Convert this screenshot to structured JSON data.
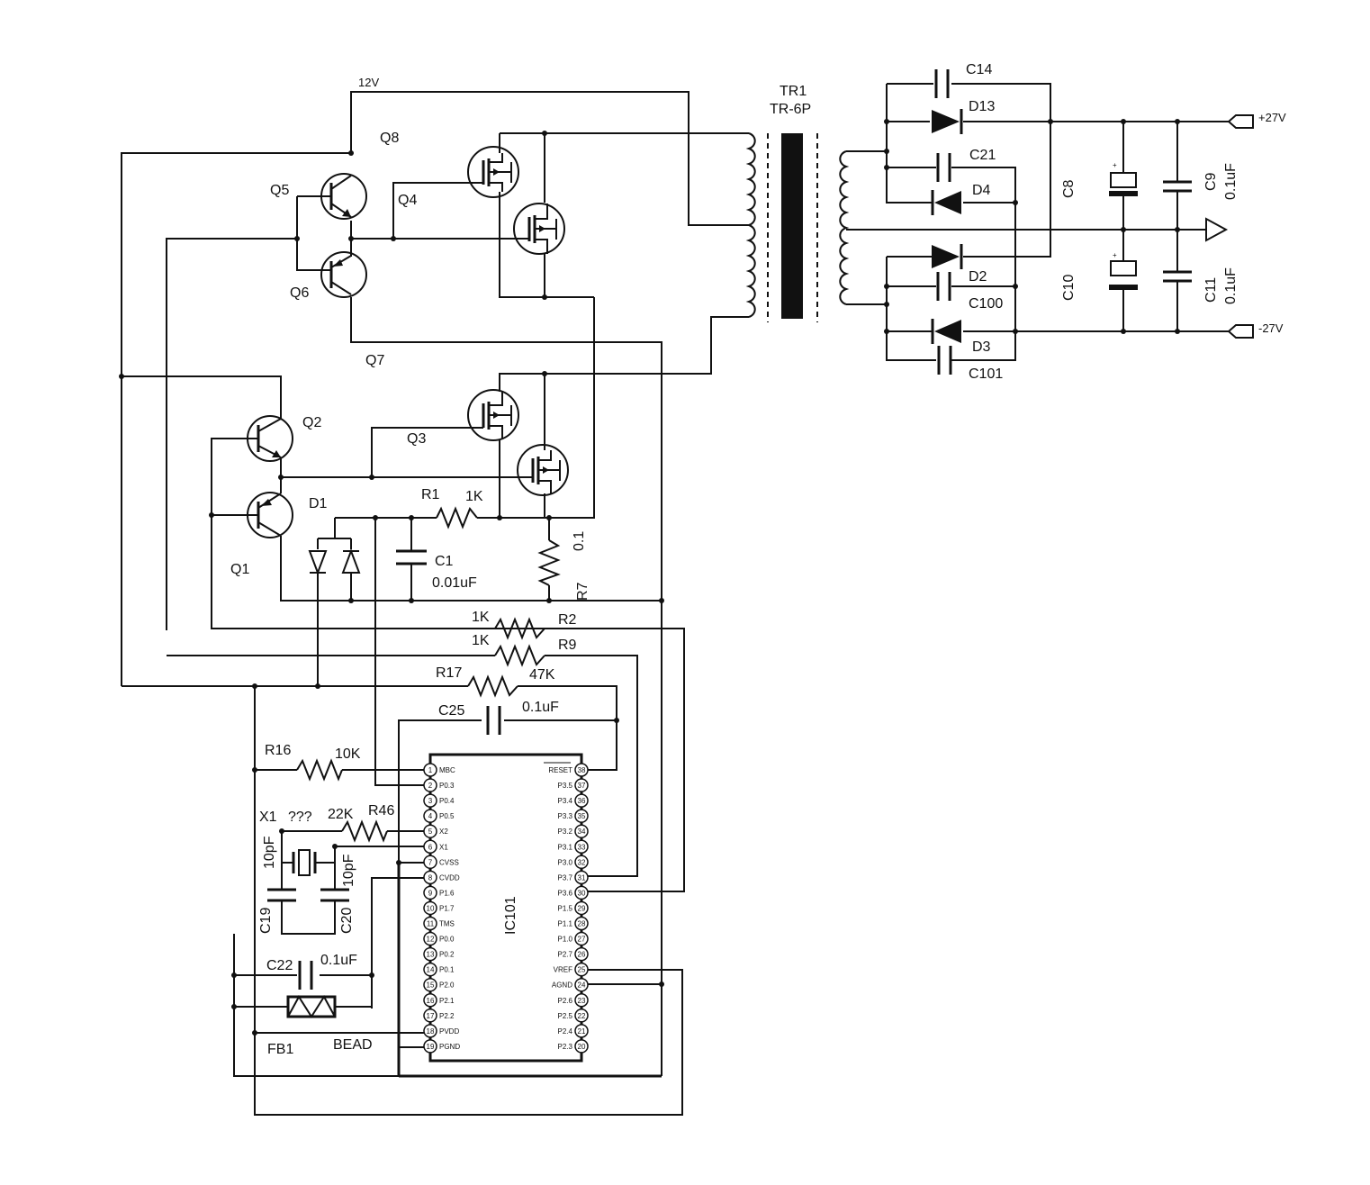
{
  "rails": {
    "v12": "12V",
    "pos27": "+27V",
    "neg27": "-27V"
  },
  "transformer": {
    "ref": "TR1",
    "part": "TR-6P"
  },
  "transistors": [
    "Q1",
    "Q2",
    "Q3",
    "Q4",
    "Q5",
    "Q6",
    "Q7",
    "Q8"
  ],
  "resistors": {
    "r1": {
      "ref": "R1",
      "value": "1K"
    },
    "r2": {
      "ref": "R2",
      "value": "1K"
    },
    "r9": {
      "ref": "R9",
      "value": "1K"
    },
    "r17": {
      "ref": "R17",
      "value": "47K"
    },
    "r16": {
      "ref": "R16",
      "value": "10K"
    },
    "r46": {
      "ref": "R46",
      "value": "22K"
    },
    "r7": {
      "ref": "R7",
      "value": "0.1"
    }
  },
  "capacitors": {
    "c1": {
      "ref": "C1",
      "value": "0.01uF"
    },
    "c25": {
      "ref": "C25",
      "value": "0.1uF"
    },
    "c19": {
      "ref": "C19",
      "value": "10pF"
    },
    "c20": {
      "ref": "C20",
      "value": "10pF"
    },
    "c22": {
      "ref": "C22",
      "value": "0.1uF"
    },
    "c14": {
      "ref": "C14"
    },
    "c21": {
      "ref": "C21"
    },
    "c100": {
      "ref": "C100"
    },
    "c101": {
      "ref": "C101"
    },
    "c8": {
      "ref": "C8"
    },
    "c10": {
      "ref": "C10"
    },
    "c9": {
      "ref": "C9",
      "value": "0.1uF"
    },
    "c11": {
      "ref": "C11",
      "value": "0.1uF"
    }
  },
  "diodes": [
    "D1",
    "D2",
    "D3",
    "D4",
    "D13"
  ],
  "crystal": {
    "ref": "X1",
    "value": "???"
  },
  "bead": {
    "ref": "FB1",
    "value": "BEAD"
  },
  "ic": {
    "ref": "IC101",
    "left_pins": [
      "MBC",
      "P0.3",
      "P0.4",
      "P0.5",
      "X2",
      "X1",
      "CVSS",
      "CVDD",
      "P1.6",
      "P1.7",
      "TMS",
      "P0.0",
      "P0.2",
      "P0.1",
      "P2.0",
      "P2.1",
      "P2.2",
      "PVDD",
      "PGND"
    ],
    "right_pins": [
      "RESET",
      "P3.5",
      "P3.4",
      "P3.3",
      "P3.2",
      "P3.1",
      "P3.0",
      "P3.7",
      "P3.6",
      "P1.5",
      "P1.1",
      "P1.0",
      "P2.7",
      "VREF",
      "AGND",
      "P2.6",
      "P2.5",
      "P2.4",
      "P2.3"
    ],
    "left_numbers": [
      "1",
      "2",
      "3",
      "4",
      "5",
      "6",
      "7",
      "8",
      "9",
      "10",
      "11",
      "12",
      "13",
      "14",
      "15",
      "16",
      "17",
      "18",
      "19"
    ],
    "right_numbers": [
      "38",
      "37",
      "36",
      "35",
      "34",
      "33",
      "32",
      "31",
      "30",
      "29",
      "28",
      "27",
      "26",
      "25",
      "24",
      "23",
      "22",
      "21",
      "20"
    ]
  }
}
